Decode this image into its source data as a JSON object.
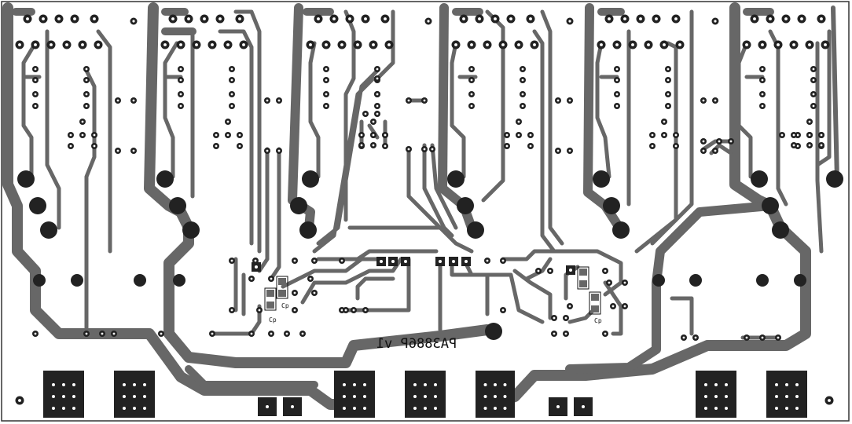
{
  "board": {
    "label": "PA3886P v1",
    "cap_labels": [
      "Cp",
      "Cp",
      "Cp"
    ]
  },
  "colors": {
    "background": "#ffffff",
    "copper": "#676767",
    "copper_dark": "#222222",
    "outline": "#333333",
    "silk": "#111111"
  }
}
